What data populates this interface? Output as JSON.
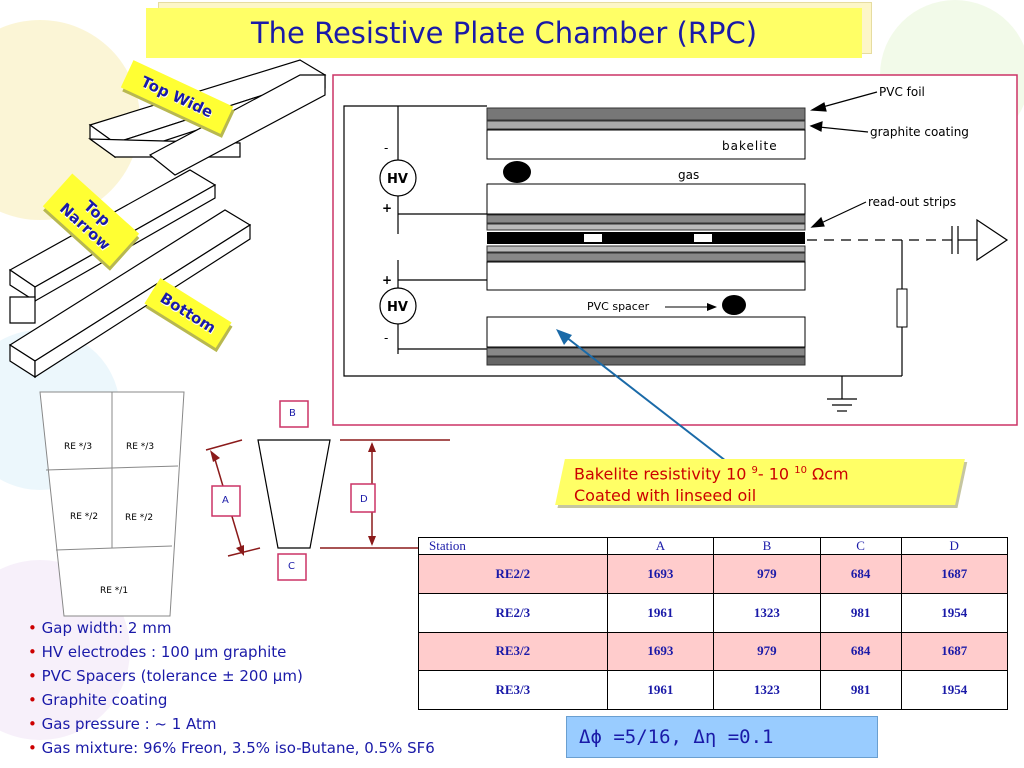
{
  "title": "The Resistive Plate Chamber (RPC)",
  "stack_labels": {
    "top_wide": "Top Wide",
    "top_narrow_1": "Top",
    "top_narrow_2": "Narrow",
    "bottom": "Bottom"
  },
  "schematic": {
    "hv1": "HV",
    "hv2": "HV",
    "minus1": "-",
    "plus1": "+",
    "plus2": "+",
    "minus2": "-",
    "pvc_foil": "PVC   foil",
    "graphite_coating": "graphite   coating",
    "bakelite": "bakelite",
    "gas": "gas",
    "readout_strips": "read-out   strips",
    "pvc_spacer": "PVC   spacer"
  },
  "bakelite_note": {
    "line1_a": "Bakelite resistivity 10 ",
    "line1_exp1": "9",
    "line1_b": "- 10 ",
    "line1_exp2": "10",
    "line1_c": " Ωcm",
    "line2": "Coated with linseed oil"
  },
  "chamber_map": {
    "re3_left": "RE */3",
    "re3_right": "RE */3",
    "re2_left": "RE */2",
    "re2_right": "RE */2",
    "re1": "RE */1"
  },
  "dims": {
    "a": "A",
    "b": "B",
    "c": "C",
    "d": "D"
  },
  "table": {
    "headers": [
      "Station",
      "A",
      "B",
      "C",
      "D"
    ],
    "rows": [
      [
        "RE2/2",
        "1693",
        "979",
        "684",
        "1687"
      ],
      [
        "RE2/3",
        "1961",
        "1323",
        "981",
        "1954"
      ],
      [
        "RE3/2",
        "1693",
        "979",
        "684",
        "1687"
      ],
      [
        "RE3/3",
        "1961",
        "1323",
        "981",
        "1954"
      ]
    ]
  },
  "bullets": [
    "Gap width: 2 mm",
    "HV electrodes : 100 μm graphite",
    "PVC Spacers (tolerance  ± 200 μm)",
    "Graphite coating",
    "Gas pressure : ~ 1 Atm",
    "Gas mixture: 96% Freon, 3.5% iso-Butane, 0.5% SF6"
  ],
  "segmentation": "Δϕ =5/16,  Δη =0.1",
  "colors": {
    "title_bg": "#ffff66",
    "text_blue": "#1a1aa8",
    "red": "#cc0000",
    "pink_box": "#cc3366",
    "table_pink": "#ffcccc",
    "dphi_bg": "#99ccff"
  }
}
